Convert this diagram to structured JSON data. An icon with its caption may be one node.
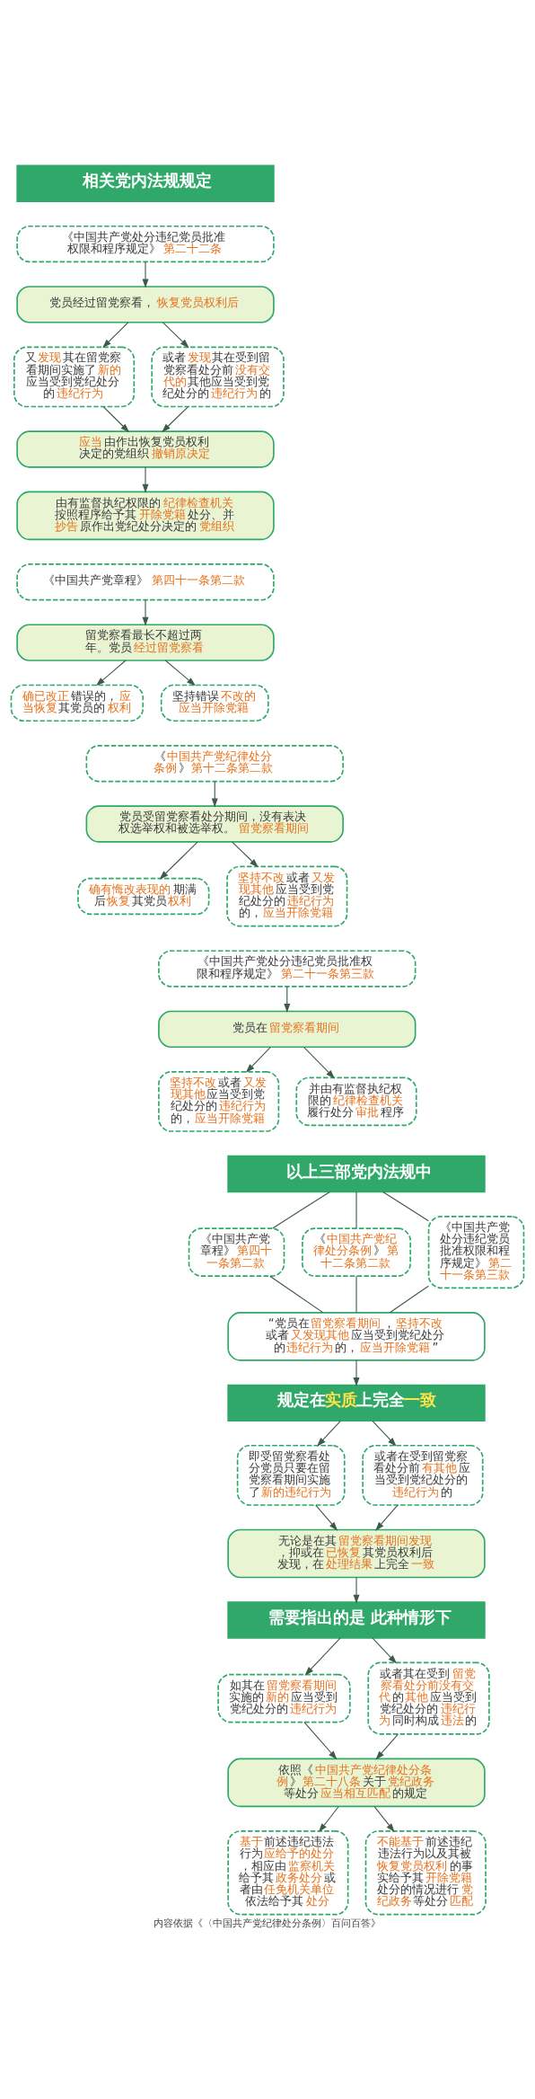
{
  "diagram": {
    "caption": "内容依据《〈中国共产党纪律处分条例〉百问百答》",
    "nodes": [
      {
        "text": [
          "相关党内法规规定"
        ]
      },
      {
        "text": [
          "《中国共产党处分违纪党员批准权限和程序规定》**第二十二条**"
        ]
      },
      {
        "text": [
          "党员经过留党察看，**恢复党员权利后**"
        ]
      },
      {
        "text": [
          "又**发现**其在留党察看期间实施了**新的**应当受到党纪处分的**违纪行为**"
        ]
      },
      {
        "text": [
          "或者**发现**其在受到留党察看处分前**没有交代的**其他应当受到党纪处分的**违纪行为**的"
        ]
      },
      {
        "text": [
          "**应当**由作出恢复党员权利决定的党组织**撤销原决定**"
        ]
      },
      {
        "text": [
          "由有监督执纪权限的**纪律检查机关**按照程序给予其**开除党籍**处分、并**抄告**原作出党纪处分决定的**党组织**"
        ]
      },
      {
        "text": [
          "《中国共产党章程》**第四十一条第二款**"
        ]
      },
      {
        "text": [
          "留党察看最长不超过两年。党员**经过留党察看**"
        ]
      },
      {
        "text": [
          "**确已改正**错误的，**应当恢复**其党员的**权利**"
        ]
      },
      {
        "text": [
          "坚持错误**不改的应当开除党籍**"
        ]
      },
      {
        "text": [
          "《**中国共产党纪律处分条例**》**第十二条第二款**"
        ]
      },
      {
        "text": [
          "党员受留党察看处分期间，没有表决权选举权和被选举权。**留党察看期间**"
        ]
      },
      {
        "text": [
          "**确有悔改表现的**期满后**恢复**其党员**权利**"
        ]
      },
      {
        "text": [
          "**坚持不改**或者**又发现其他**应当受到党纪处分的**违纪行为**的，**应当开除党籍**"
        ]
      },
      {
        "text": [
          "《中国共产党处分违纪党员批准权限和程序规定》**第二十一条第三款**"
        ]
      },
      {
        "text": [
          "党员在**留党察看期间**"
        ]
      },
      {
        "text": [
          "**坚持不改**或者**又发现其他**应当受到党纪处分的**违纪行为**的，**应当开除党籍**"
        ]
      },
      {
        "text": [
          "并由有监督执纪权限的**纪律检查机关**履行处分**审批**程序"
        ]
      },
      {
        "text": [
          "以上三部党内法规中"
        ]
      },
      {
        "text": [
          "《中国共产党章程》**第四十一条第二款**"
        ]
      },
      {
        "text": [
          "《**中国共产党纪律处分条例**》**第十二条第二款**"
        ]
      },
      {
        "text": [
          "《中国共产党处分违纪党员批准权限和程序规定》**第二十一条第三款**"
        ]
      },
      {
        "text": [
          "“党员在**留党察看期间**，**坚持不改**或者**又发现其他**应当受到党纪处分的**违纪行为**的，**应当开除党籍**”"
        ]
      },
      {
        "text": [
          "规定在**实质**上完全**一致**"
        ]
      },
      {
        "text": [
          "即受留党察看处分党员只要在留党察看期间实施了**新的违纪行为**"
        ]
      },
      {
        "text": [
          "或者在受到留党察看处分前**有其他**应当受到党纪处分的**违纪行为**的"
        ]
      },
      {
        "text": [
          "无论是在其**留党察看期间发现**，抑或在**已恢复**其党员权利后发现，在**处理结果**上完全**一致**"
        ]
      },
      {
        "text": [
          "需要指出的是 此种情形下"
        ]
      },
      {
        "text": [
          "如其在**留党察看期间**实施的**新的**应当受到党纪处分的**违纪行为**"
        ]
      },
      {
        "text": [
          "或者其在受到**留党察看处分前没有交代**的**其他**应当受到党纪处分的**违纪行为**同时构成**违法**的"
        ]
      },
      {
        "text": [
          "依照《**中国共产党纪律处分条例**》**第二十八条**关于**党纪政务**等处分**应当相互匹配**的规定"
        ]
      },
      {
        "text": [
          "**基于**前述违纪违法行为**应给予的处分**，相应由**监察机关**给予其**政务处分**或者由**任免机关单位**依法给予其**处分**"
        ]
      },
      {
        "text": [
          "**不能基于**前述违纪违法行为以及其被**恢复党员权利**的事实给予其**开除党籍**处分的情况进行**党纪政务**等处分**匹配**"
        ]
      }
    ],
    "edges": [
      {
        "from": 1,
        "to": 2,
        "arrow": "to"
      },
      {
        "from": 2,
        "to": 3,
        "arrow": "to"
      },
      {
        "from": 2,
        "to": 4,
        "arrow": "to"
      },
      {
        "from": 3,
        "to": 5,
        "arrow": "to"
      },
      {
        "from": 4,
        "to": 5,
        "arrow": "to"
      },
      {
        "from": 5,
        "to": 6,
        "arrow": "to"
      },
      {
        "from": 7,
        "to": 8,
        "arrow": "to"
      },
      {
        "from": 8,
        "to": 9,
        "arrow": "to"
      },
      {
        "from": 8,
        "to": 10,
        "arrow": "to"
      },
      {
        "from": 11,
        "to": 12,
        "arrow": "to"
      },
      {
        "from": 12,
        "to": 13,
        "arrow": "to"
      },
      {
        "from": 12,
        "to": 14,
        "arrow": "to"
      },
      {
        "from": 15,
        "to": 16,
        "arrow": "to"
      },
      {
        "from": 16,
        "to": 17,
        "arrow": "to"
      },
      {
        "from": 16,
        "to": 18,
        "arrow": "to"
      },
      {
        "from": 19,
        "to": 20,
        "arrow": "none"
      },
      {
        "from": 19,
        "to": 21,
        "arrow": "none"
      },
      {
        "from": 19,
        "to": 22,
        "arrow": "none"
      },
      {
        "from": 20,
        "to": 23,
        "arrow": "none"
      },
      {
        "from": 21,
        "to": 23,
        "arrow": "none"
      },
      {
        "from": 22,
        "to": 23,
        "arrow": "none"
      },
      {
        "from": 23,
        "to": 24,
        "arrow": "to"
      },
      {
        "from": 24,
        "to": 25,
        "arrow": "to"
      },
      {
        "from": 24,
        "to": 26,
        "arrow": "to"
      },
      {
        "from": 25,
        "to": 27,
        "arrow": "to"
      },
      {
        "from": 26,
        "to": 27,
        "arrow": "to"
      },
      {
        "from": 27,
        "to": 28,
        "arrow": "to"
      },
      {
        "from": 28,
        "to": 29,
        "arrow": "to"
      },
      {
        "from": 28,
        "to": 30,
        "arrow": "to"
      },
      {
        "from": 29,
        "to": 31,
        "arrow": "to"
      },
      {
        "from": 30,
        "to": 31,
        "arrow": "to"
      },
      {
        "from": 31,
        "to": 32,
        "arrow": "to"
      },
      {
        "from": 31,
        "to": 33,
        "arrow": "to"
      }
    ]
  }
}
